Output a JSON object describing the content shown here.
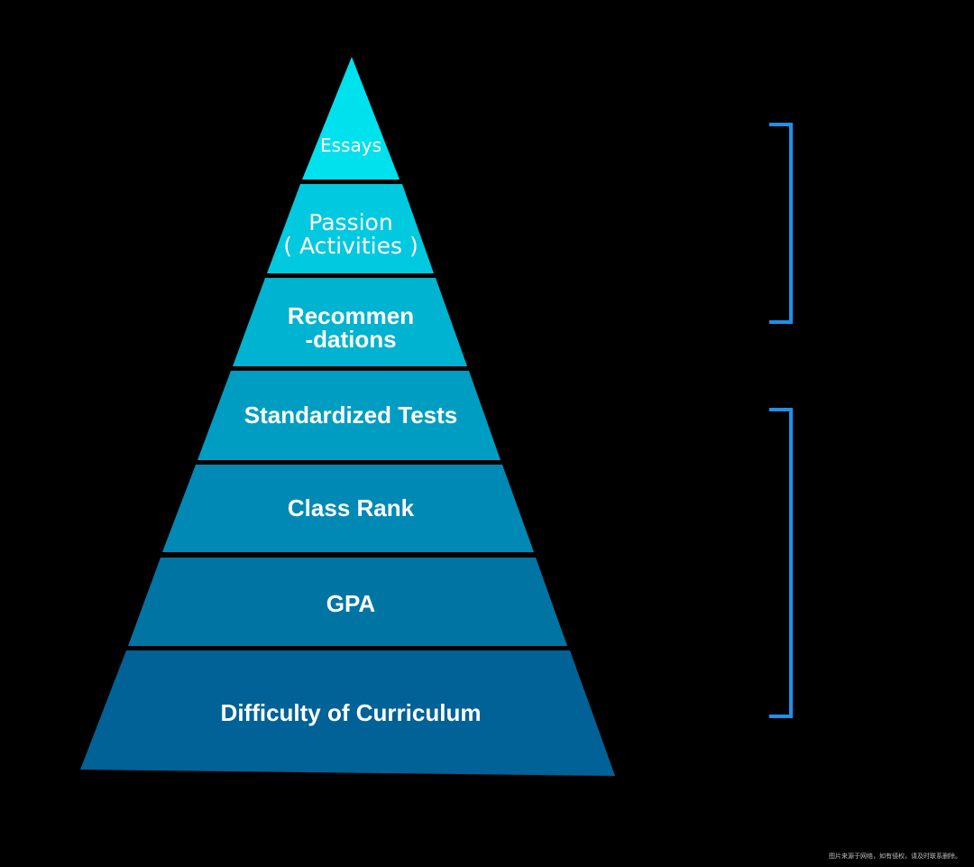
{
  "pyramid": {
    "tiers": [
      {
        "id": "essays",
        "lines": [
          "Essays"
        ],
        "color": "#00e1ee"
      },
      {
        "id": "passion",
        "lines": [
          "Passion",
          "( Activities )"
        ],
        "color": "#00c9e0"
      },
      {
        "id": "recommendations",
        "lines": [
          "Recommen",
          "-dations"
        ],
        "color": "#00b3d0"
      },
      {
        "id": "standardized-tests",
        "lines": [
          "Standardized Tests"
        ],
        "color": "#009dc3"
      },
      {
        "id": "class-rank",
        "lines": [
          "Class Rank"
        ],
        "color": "#0089b5"
      },
      {
        "id": "gpa",
        "lines": [
          "GPA"
        ],
        "color": "#0075a4"
      },
      {
        "id": "difficulty",
        "lines": [
          "Difficulty of Curriculum"
        ],
        "color": "#006296"
      }
    ]
  },
  "brackets": {
    "color": "#1e90e8"
  },
  "watermark": "图片来源于网络，如有侵权，请及时联系删除。"
}
